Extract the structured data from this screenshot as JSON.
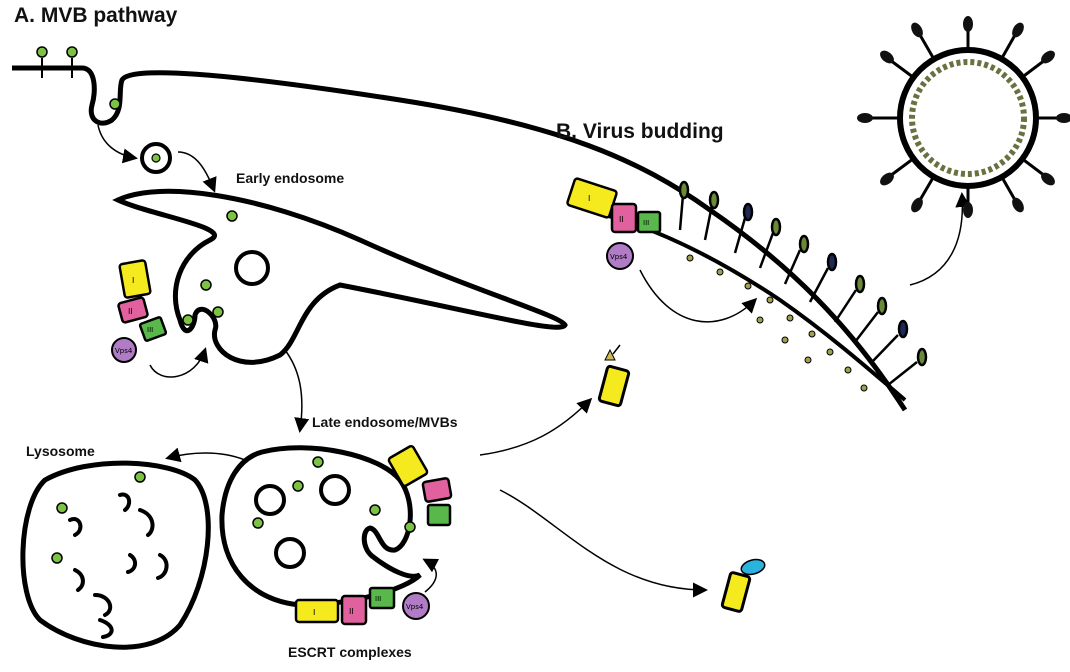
{
  "titles": {
    "panel_a": "A. MVB pathway",
    "panel_b": "B. Virus budding"
  },
  "labels": {
    "early_endosome": "Early endosome",
    "late_endosome": "Late endosome/MVBs",
    "lysosome": "Lysosome",
    "escrt": "ESCRT complexes"
  },
  "complex_labels": {
    "escrt_i": "I",
    "escrt_ii": "II",
    "escrt_iii": "III",
    "vps4": "Vps4"
  },
  "colors": {
    "membrane": "#000000",
    "cargo": "#7cc243",
    "escrt_i": "#f5ea1e",
    "escrt_ii": "#e0619e",
    "escrt_iii": "#59b84a",
    "vps4": "#b07cc6",
    "ubiquitin": "#2bb3e0",
    "viral_protein": "#4d7a2a"
  }
}
